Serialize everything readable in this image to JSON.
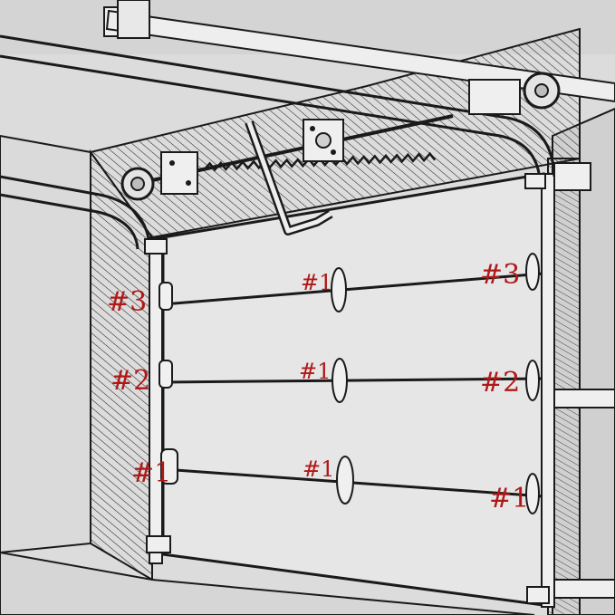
{
  "colors": {
    "background": "#dcdcdc",
    "door": "#e6e6e6",
    "line": "#1a1a1a",
    "label": "#b01818"
  },
  "labels": {
    "left_row3": "#3",
    "left_row2": "#2",
    "left_row1": "#1",
    "center_row3": "#1",
    "center_row2": "#1",
    "center_row1": "#1",
    "right_row3": "#3",
    "right_row2": "#2",
    "right_row1": "#1"
  },
  "icons": {
    "hinge": "hinge-icon",
    "spring": "torsion-spring-icon",
    "bracket": "bracket-icon",
    "pulley": "pulley-icon"
  }
}
